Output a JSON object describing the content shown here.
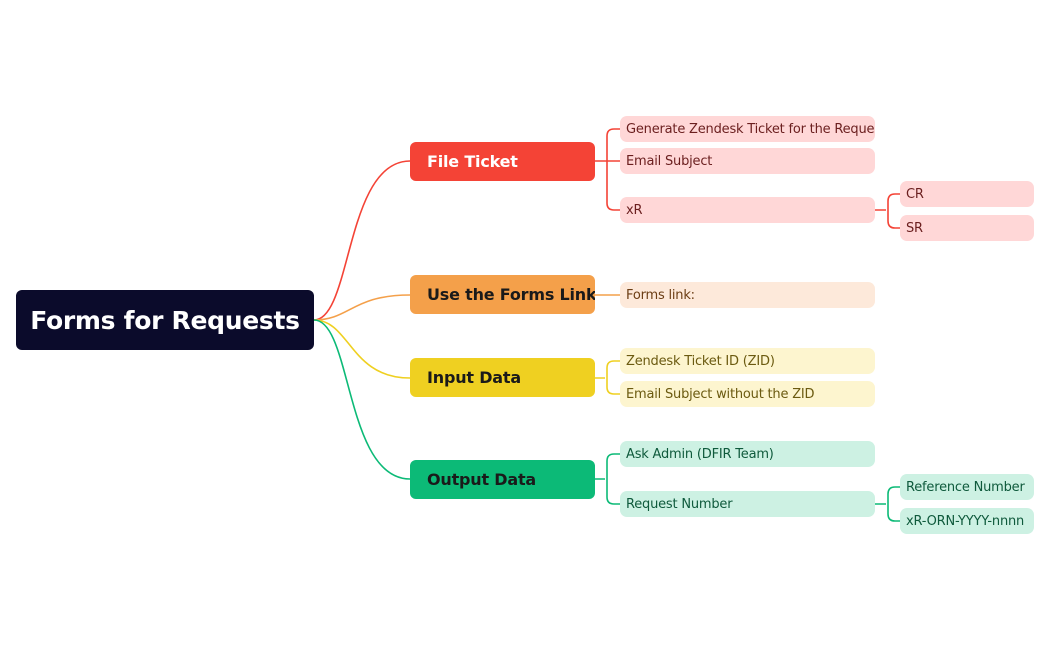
{
  "colors": {
    "root_bg": "#0b0b2b",
    "red": "#f44336",
    "red_light": "#ffd7d7",
    "orange": "#f4a04a",
    "orange_light": "#fde9da",
    "yellow": "#efd021",
    "yellow_light": "#fdf5cf",
    "green": "#0cba77",
    "green_light": "#cdf1e3"
  },
  "root": {
    "label": "Forms for Requests"
  },
  "branches": {
    "file_ticket": {
      "label": "File Ticket",
      "children": {
        "generate": "Generate Zendesk Ticket for the Request",
        "email_subject": "Email Subject",
        "xr": "xR",
        "cr": "CR",
        "sr": "SR"
      }
    },
    "forms_link": {
      "label": "Use the Forms Link",
      "children": {
        "forms_link": "Forms link:"
      }
    },
    "input_data": {
      "label": "Input Data",
      "children": {
        "zid": "Zendesk Ticket ID (ZID)",
        "subject_wo_zid": "Email Subject without the ZID"
      }
    },
    "output_data": {
      "label": "Output Data",
      "children": {
        "ask_admin": "Ask Admin (DFIR Team)",
        "request_number": "Request Number",
        "reference_number": "Reference Number",
        "format": "xR-ORN-YYYY-nnnn"
      }
    }
  }
}
